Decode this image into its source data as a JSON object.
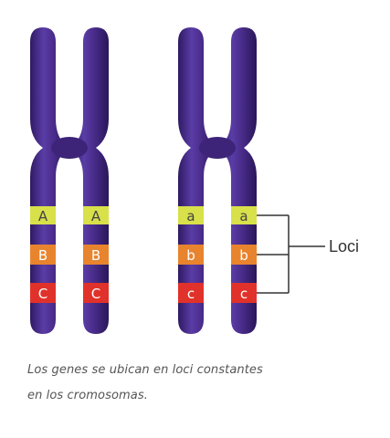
{
  "colors": {
    "chromosome": "#4a2d8c",
    "chromosome_dark": "#2f1a63",
    "chromosome_light": "#6d4fb5",
    "band_a": "#d8e04a",
    "band_b": "#e8842e",
    "band_c": "#e0322a",
    "bracket": "#333333"
  },
  "left_pair": {
    "band_a_label": "A",
    "band_b_label": "B",
    "band_c_label": "C"
  },
  "right_pair": {
    "band_a_label": "a",
    "band_b_label": "b",
    "band_c_label": "c"
  },
  "callout": {
    "label": "Loci"
  },
  "caption": {
    "line1": "Los genes se ubican en loci constantes",
    "line2": "en los cromosomas."
  }
}
